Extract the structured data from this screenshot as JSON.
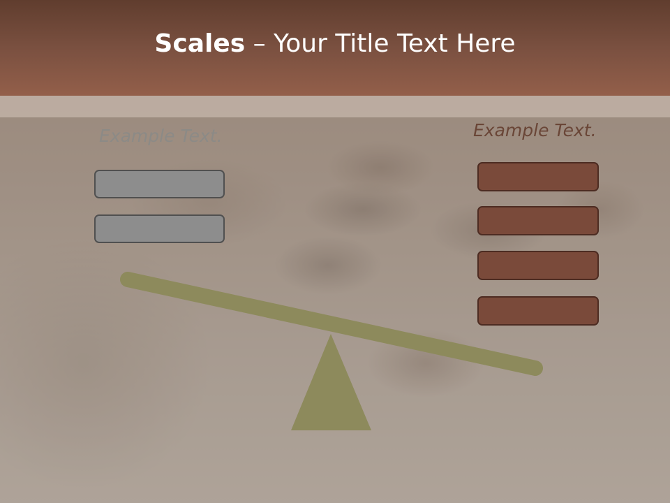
{
  "slide": {
    "title_bold": "Scales",
    "title_rest": " – Your Title Text Here"
  },
  "left_group": {
    "label": "Example Text.",
    "box_count": 2
  },
  "right_group": {
    "label": "Example Text.",
    "box_count": 4
  },
  "colors": {
    "title_bar": "#7a5040",
    "left_label": "#8c8a86",
    "right_label": "#6a4637",
    "left_box_fill": "#8d8d8d",
    "right_box_fill": "#7a4a3a",
    "scale": "#8d8a5c"
  },
  "icons": {
    "beam": "seesaw-beam",
    "fulcrum": "triangle-fulcrum"
  }
}
